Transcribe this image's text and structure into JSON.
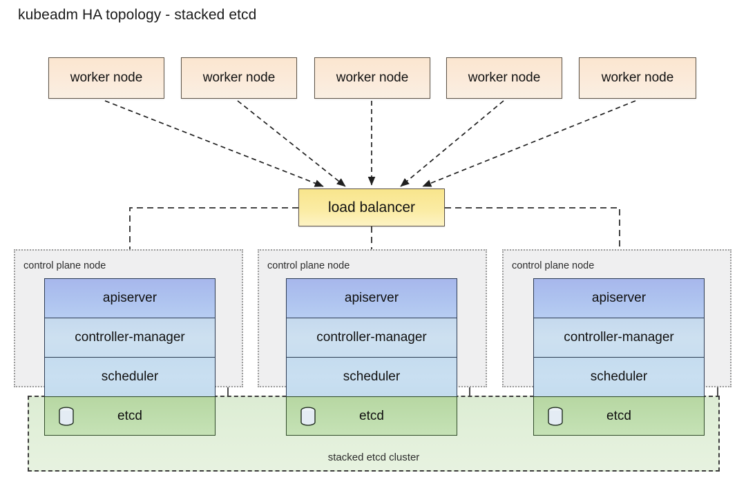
{
  "title": "kubeadm HA topology - stacked etcd",
  "workers": [
    {
      "label": "worker node"
    },
    {
      "label": "worker node"
    },
    {
      "label": "worker node"
    },
    {
      "label": "worker node"
    },
    {
      "label": "worker node"
    }
  ],
  "load_balancer": {
    "label": "load balancer"
  },
  "control_planes": [
    {
      "label": "control plane node",
      "components": [
        {
          "label": "apiserver"
        },
        {
          "label": "controller-manager"
        },
        {
          "label": "scheduler"
        },
        {
          "label": "etcd",
          "icon": "database-cylinder-icon"
        }
      ]
    },
    {
      "label": "control plane node",
      "components": [
        {
          "label": "apiserver"
        },
        {
          "label": "controller-manager"
        },
        {
          "label": "scheduler"
        },
        {
          "label": "etcd",
          "icon": "database-cylinder-icon"
        }
      ]
    },
    {
      "label": "control plane node",
      "components": [
        {
          "label": "apiserver"
        },
        {
          "label": "controller-manager"
        },
        {
          "label": "scheduler"
        },
        {
          "label": "etcd",
          "icon": "database-cylinder-icon"
        }
      ]
    }
  ],
  "etcd_cluster": {
    "label": "stacked etcd cluster"
  },
  "colors": {
    "worker_fill": "#fbe9d6",
    "worker_border": "#5c5246",
    "lb_fill": "#fbeca5",
    "lb_border": "#5c5246",
    "apiserver_fill": "#aec3ef",
    "controller_fill": "#cde0f0",
    "scheduler_fill": "#c9dff1",
    "etcd_fill": "#bddcab",
    "component_border": "#2b3a52",
    "etcd_border": "#2f4a28",
    "control_plane_fill": "#efeff0",
    "control_plane_border": "#9a9a9a",
    "cluster_fill": "#e2f0da",
    "cluster_border": "#3a3a3a",
    "connector": "#2b2b2b",
    "background": "#ffffff",
    "text": "#101010"
  }
}
